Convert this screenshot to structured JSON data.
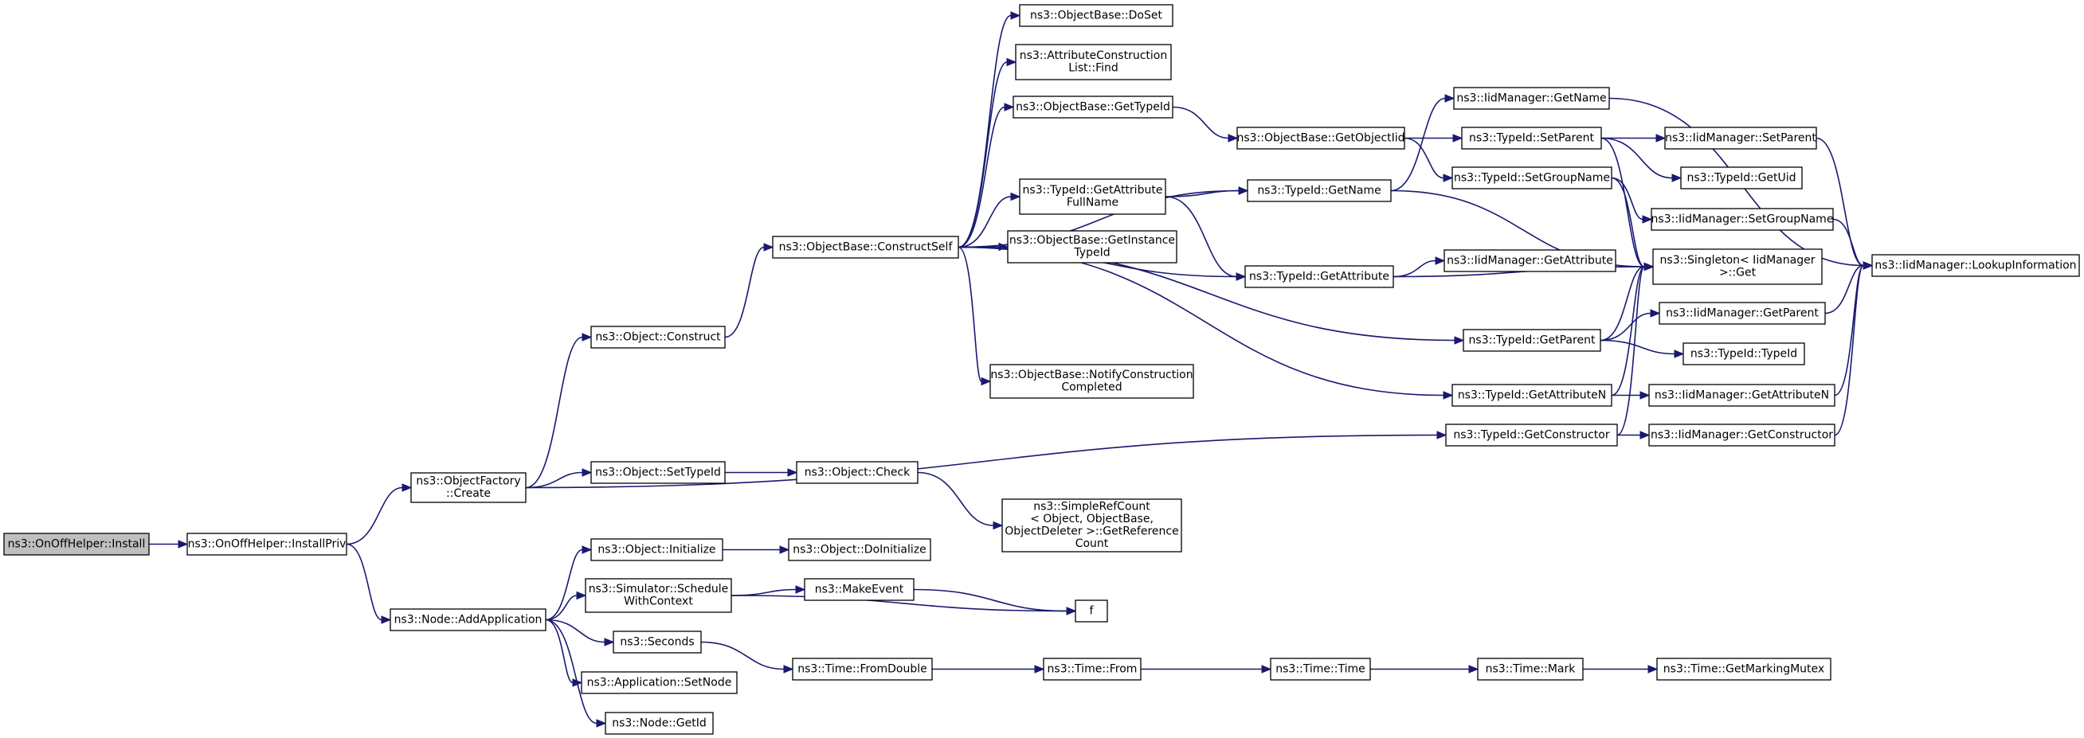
{
  "graph": {
    "nodes": [
      {
        "id": "onoff_install",
        "lines": [
          "ns3::OnOffHelper::Install"
        ]
      },
      {
        "id": "onoff_installpriv",
        "lines": [
          "ns3::OnOffHelper::InstallPriv"
        ]
      },
      {
        "id": "objfactory_create",
        "lines": [
          "ns3::ObjectFactory",
          "::Create"
        ]
      },
      {
        "id": "node_addapp",
        "lines": [
          "ns3::Node::AddApplication"
        ]
      },
      {
        "id": "object_construct",
        "lines": [
          "ns3::Object::Construct"
        ]
      },
      {
        "id": "object_settypeid",
        "lines": [
          "ns3::Object::SetTypeId"
        ]
      },
      {
        "id": "object_initialize",
        "lines": [
          "ns3::Object::Initialize"
        ]
      },
      {
        "id": "sim_schedulewithctx",
        "lines": [
          "ns3::Simulator::Schedule",
          "WithContext"
        ]
      },
      {
        "id": "seconds",
        "lines": [
          "ns3::Seconds"
        ]
      },
      {
        "id": "app_setnode",
        "lines": [
          "ns3::Application::SetNode"
        ]
      },
      {
        "id": "node_getid",
        "lines": [
          "ns3::Node::GetId"
        ]
      },
      {
        "id": "objbase_constructself",
        "lines": [
          "ns3::ObjectBase::ConstructSelf"
        ]
      },
      {
        "id": "object_check",
        "lines": [
          "ns3::Object::Check"
        ]
      },
      {
        "id": "object_doinitialize",
        "lines": [
          "ns3::Object::DoInitialize"
        ]
      },
      {
        "id": "makeevent",
        "lines": [
          "ns3::MakeEvent"
        ]
      },
      {
        "id": "f",
        "lines": [
          "f"
        ]
      },
      {
        "id": "time_fromdouble",
        "lines": [
          "ns3::Time::FromDouble"
        ]
      },
      {
        "id": "objbase_doset",
        "lines": [
          "ns3::ObjectBase::DoSet"
        ]
      },
      {
        "id": "attrconstr_find",
        "lines": [
          "ns3::AttributeConstruction",
          "List::Find"
        ]
      },
      {
        "id": "objbase_gettypeid",
        "lines": [
          "ns3::ObjectBase::GetTypeId"
        ]
      },
      {
        "id": "typeid_getattrfullname",
        "lines": [
          "ns3::TypeId::GetAttribute",
          "FullName"
        ]
      },
      {
        "id": "objbase_getinstancetypeid",
        "lines": [
          "ns3::ObjectBase::GetInstance",
          "TypeId"
        ]
      },
      {
        "id": "objbase_notifyconstr",
        "lines": [
          "ns3::ObjectBase::NotifyConstruction",
          "Completed"
        ]
      },
      {
        "id": "simplerefcount",
        "lines": [
          "ns3::SimpleRefCount",
          "< Object, ObjectBase,",
          "ObjectDeleter >::GetReference",
          "Count"
        ]
      },
      {
        "id": "time_from",
        "lines": [
          "ns3::Time::From"
        ]
      },
      {
        "id": "objbase_getobjectiid",
        "lines": [
          "ns3::ObjectBase::GetObjectIid"
        ]
      },
      {
        "id": "typeid_getname",
        "lines": [
          "ns3::TypeId::GetName"
        ]
      },
      {
        "id": "typeid_getattribute",
        "lines": [
          "ns3::TypeId::GetAttribute"
        ]
      },
      {
        "id": "time_time",
        "lines": [
          "ns3::Time::Time"
        ]
      },
      {
        "id": "iid_getname",
        "lines": [
          "ns3::IidManager::GetName"
        ]
      },
      {
        "id": "typeid_setparent",
        "lines": [
          "ns3::TypeId::SetParent"
        ]
      },
      {
        "id": "typeid_setgroupname",
        "lines": [
          "ns3::TypeId::SetGroupName"
        ]
      },
      {
        "id": "iid_getattribute",
        "lines": [
          "ns3::IidManager::GetAttribute"
        ]
      },
      {
        "id": "typeid_getparent",
        "lines": [
          "ns3::TypeId::GetParent"
        ]
      },
      {
        "id": "typeid_getattributen",
        "lines": [
          "ns3::TypeId::GetAttributeN"
        ]
      },
      {
        "id": "typeid_getconstructor",
        "lines": [
          "ns3::TypeId::GetConstructor"
        ]
      },
      {
        "id": "time_mark",
        "lines": [
          "ns3::Time::Mark"
        ]
      },
      {
        "id": "singleton_get",
        "lines": [
          "ns3::Singleton< IidManager",
          ">::Get"
        ]
      },
      {
        "id": "iid_setparent",
        "lines": [
          "ns3::IidManager::SetParent"
        ]
      },
      {
        "id": "typeid_getuid",
        "lines": [
          "ns3::TypeId::GetUid"
        ]
      },
      {
        "id": "iid_setgroupname",
        "lines": [
          "ns3::IidManager::SetGroupName"
        ]
      },
      {
        "id": "iid_getparent",
        "lines": [
          "ns3::IidManager::GetParent"
        ]
      },
      {
        "id": "typeid_typeid",
        "lines": [
          "ns3::TypeId::TypeId"
        ]
      },
      {
        "id": "iid_getattributen",
        "lines": [
          "ns3::IidManager::GetAttributeN"
        ]
      },
      {
        "id": "iid_getconstructor",
        "lines": [
          "ns3::IidManager::GetConstructor"
        ]
      },
      {
        "id": "time_getmarkingmutex",
        "lines": [
          "ns3::Time::GetMarkingMutex"
        ]
      },
      {
        "id": "iid_lookupinfo",
        "lines": [
          "ns3::IidManager::LookupInformation"
        ]
      }
    ]
  }
}
